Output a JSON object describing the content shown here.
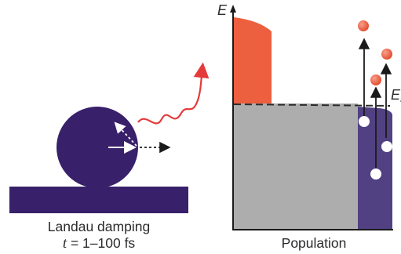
{
  "caption": {
    "title": "Landau damping",
    "time_symbol": "t",
    "time_value": " = 1–100 fs"
  },
  "energy_diagram": {
    "y_axis_label": "E",
    "x_axis_label": "Population",
    "fermi_label": "E",
    "fermi_subscript": "F"
  },
  "colors": {
    "particle": "#38206a",
    "hot_carriers": "#ec5f3f",
    "filled_states": "#adadad",
    "excited_band": "#514183",
    "photon": "#e53a3a"
  }
}
